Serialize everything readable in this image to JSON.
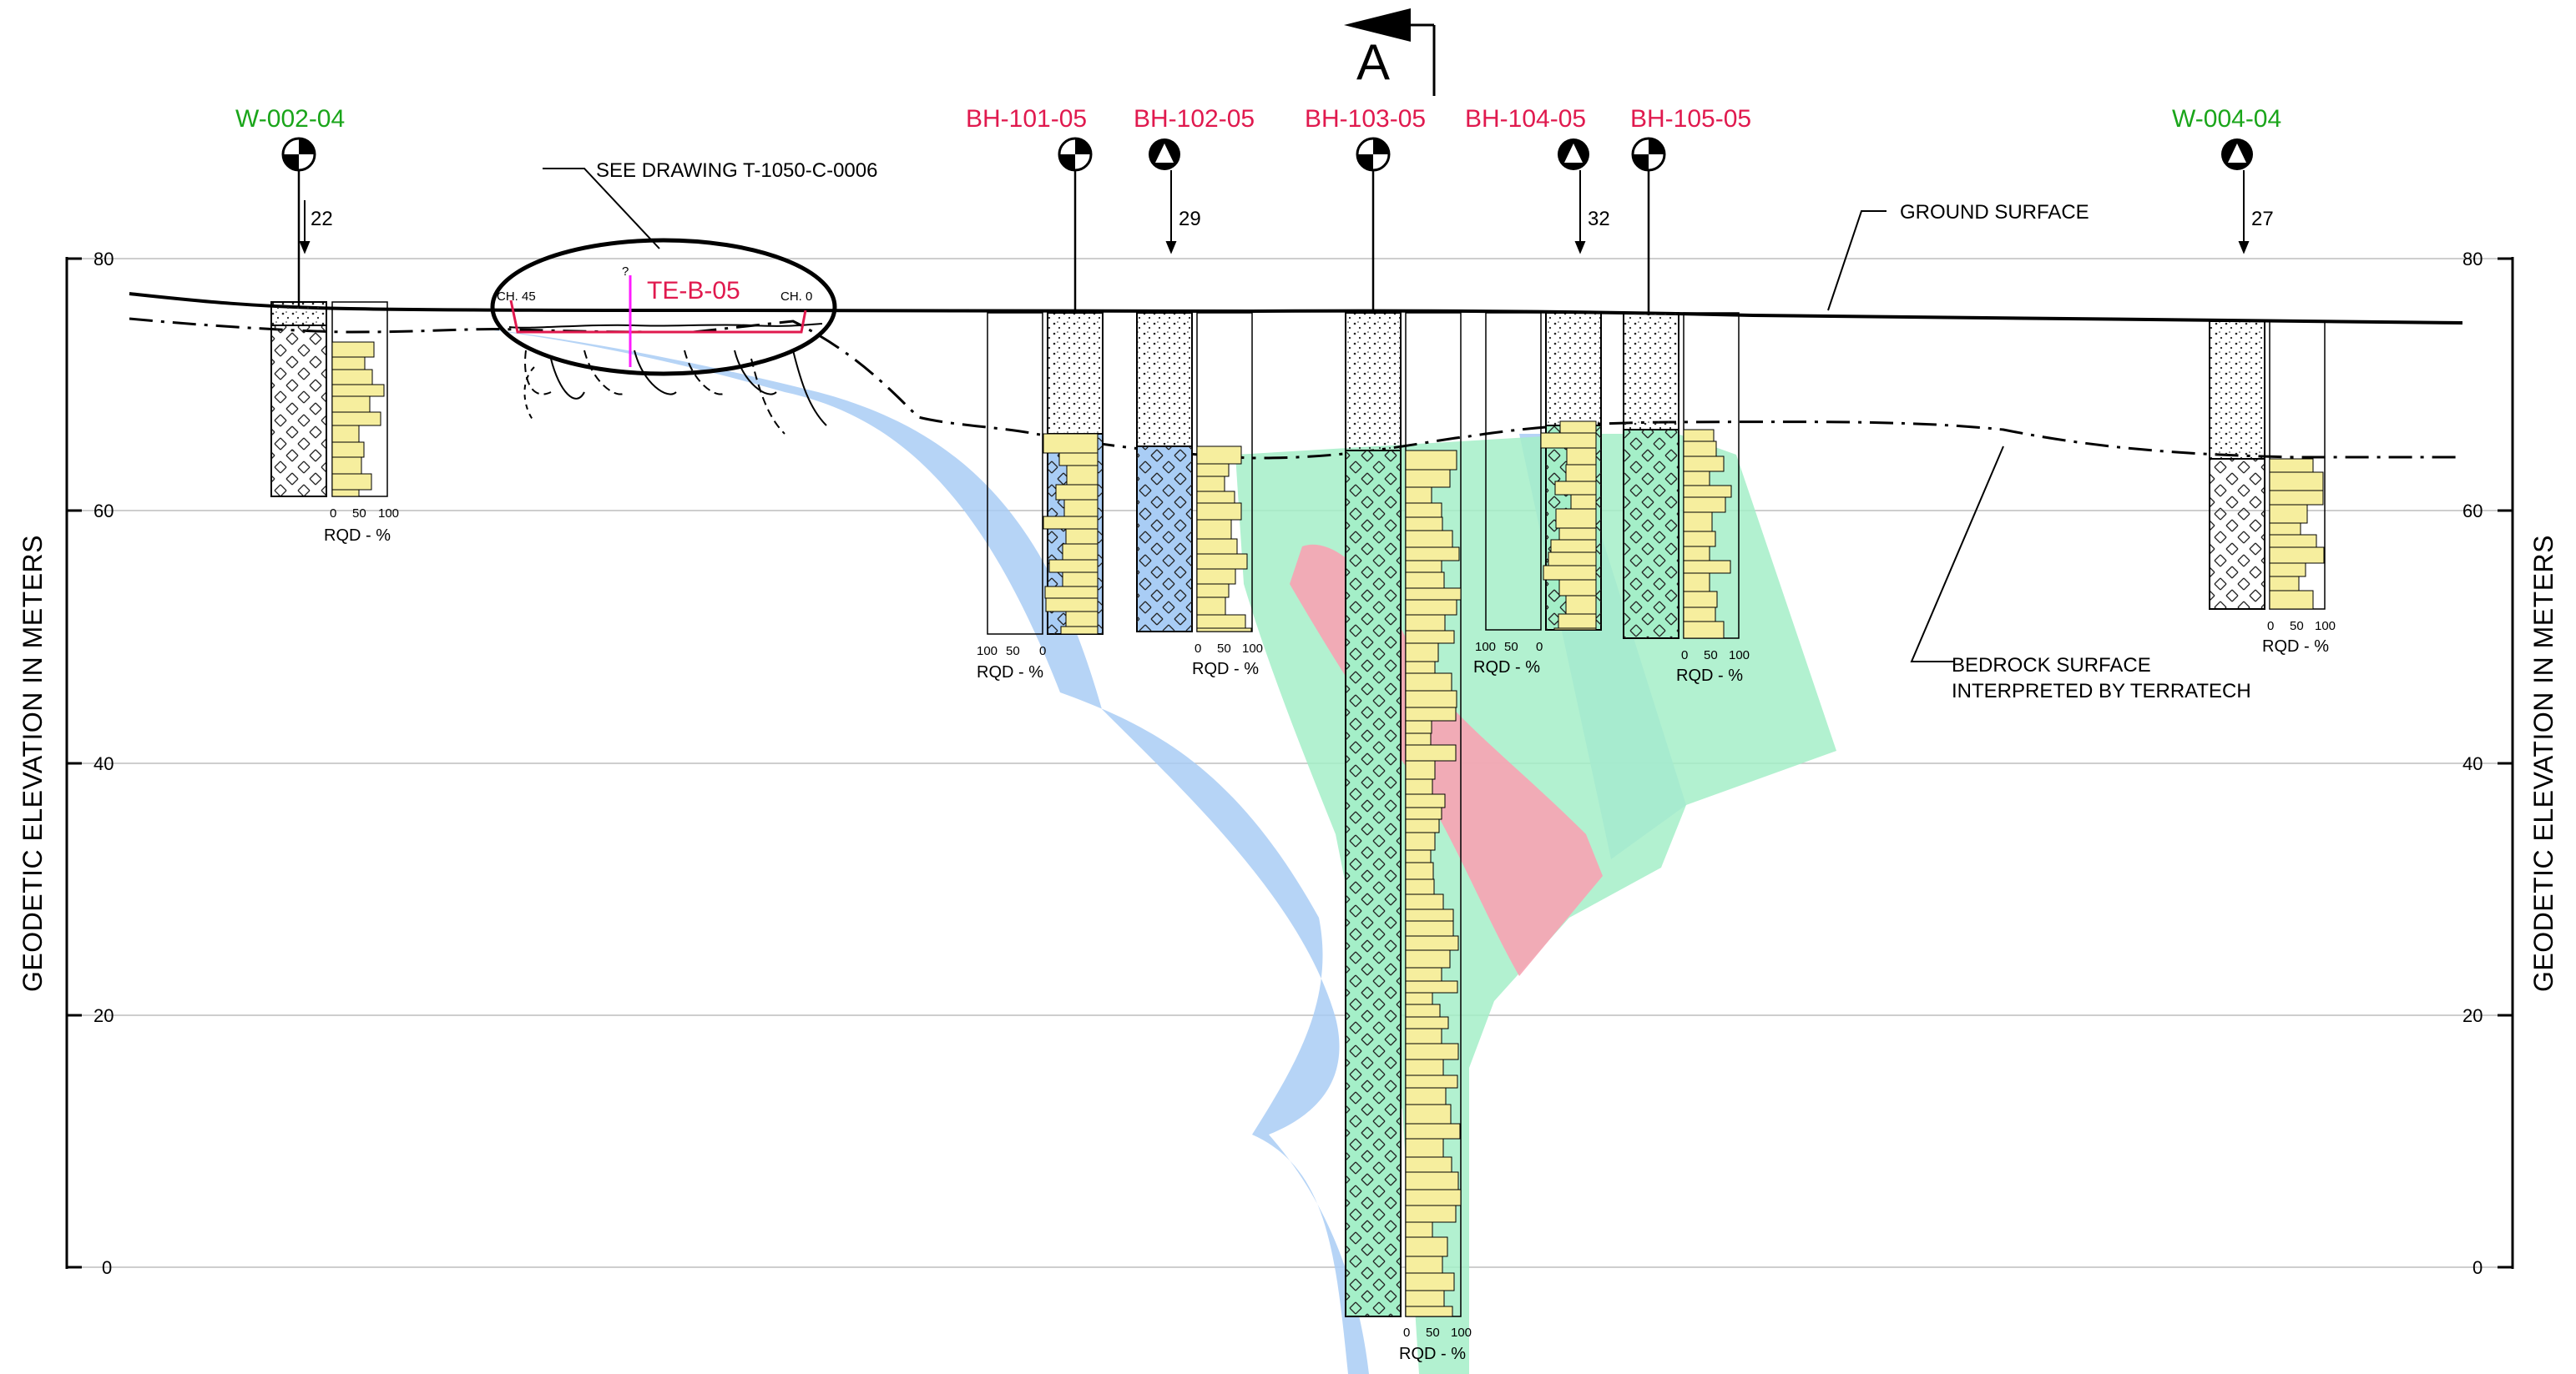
{
  "section_marker": {
    "letter": "A"
  },
  "axis": {
    "left_title": "GEODETIC ELEVATION IN METERS",
    "right_title": "GEODETIC ELEVATION IN METERS",
    "ticks": [
      "80",
      "60",
      "40",
      "20",
      "0"
    ]
  },
  "boreholes": [
    {
      "id": "W-002-04",
      "color": "#1aa51a",
      "symbol": "half-circle",
      "depth_mark": "22"
    },
    {
      "id": "BH-101-05",
      "color": "#e0194e",
      "symbol": "half-circle",
      "depth_mark": ""
    },
    {
      "id": "BH-102-05",
      "color": "#e0194e",
      "symbol": "triangle",
      "depth_mark": "29"
    },
    {
      "id": "BH-103-05",
      "color": "#e0194e",
      "symbol": "half-circle",
      "depth_mark": ""
    },
    {
      "id": "BH-104-05",
      "color": "#e0194e",
      "symbol": "triangle",
      "depth_mark": "32"
    },
    {
      "id": "BH-105-05",
      "color": "#e0194e",
      "symbol": "half-circle",
      "depth_mark": ""
    },
    {
      "id": "W-004-04",
      "color": "#1aa51a",
      "symbol": "triangle",
      "depth_mark": "27"
    }
  ],
  "callouts": {
    "see_drawing": "SEE DRAWING T-1050-C-0006",
    "trench": "TE-B-05",
    "trench_ch_left": "CH. 45",
    "trench_ch_right": "CH. 0",
    "trench_question": "?",
    "ground_surface": "GROUND SURFACE",
    "bedrock_line1": "BEDROCK SURFACE",
    "bedrock_line2": "INTERPRETED BY TERRATECH"
  },
  "rqd": {
    "label": "RQD - %",
    "scale_ltr": [
      "0",
      "50",
      "100"
    ],
    "scale_rtl": [
      "100",
      "50",
      "0"
    ]
  },
  "zone_colors": {
    "blue": "#a9cdf5",
    "green": "#a4efc8",
    "pink": "#f7a3b3",
    "rqd_bar": "#f6ee9e"
  }
}
